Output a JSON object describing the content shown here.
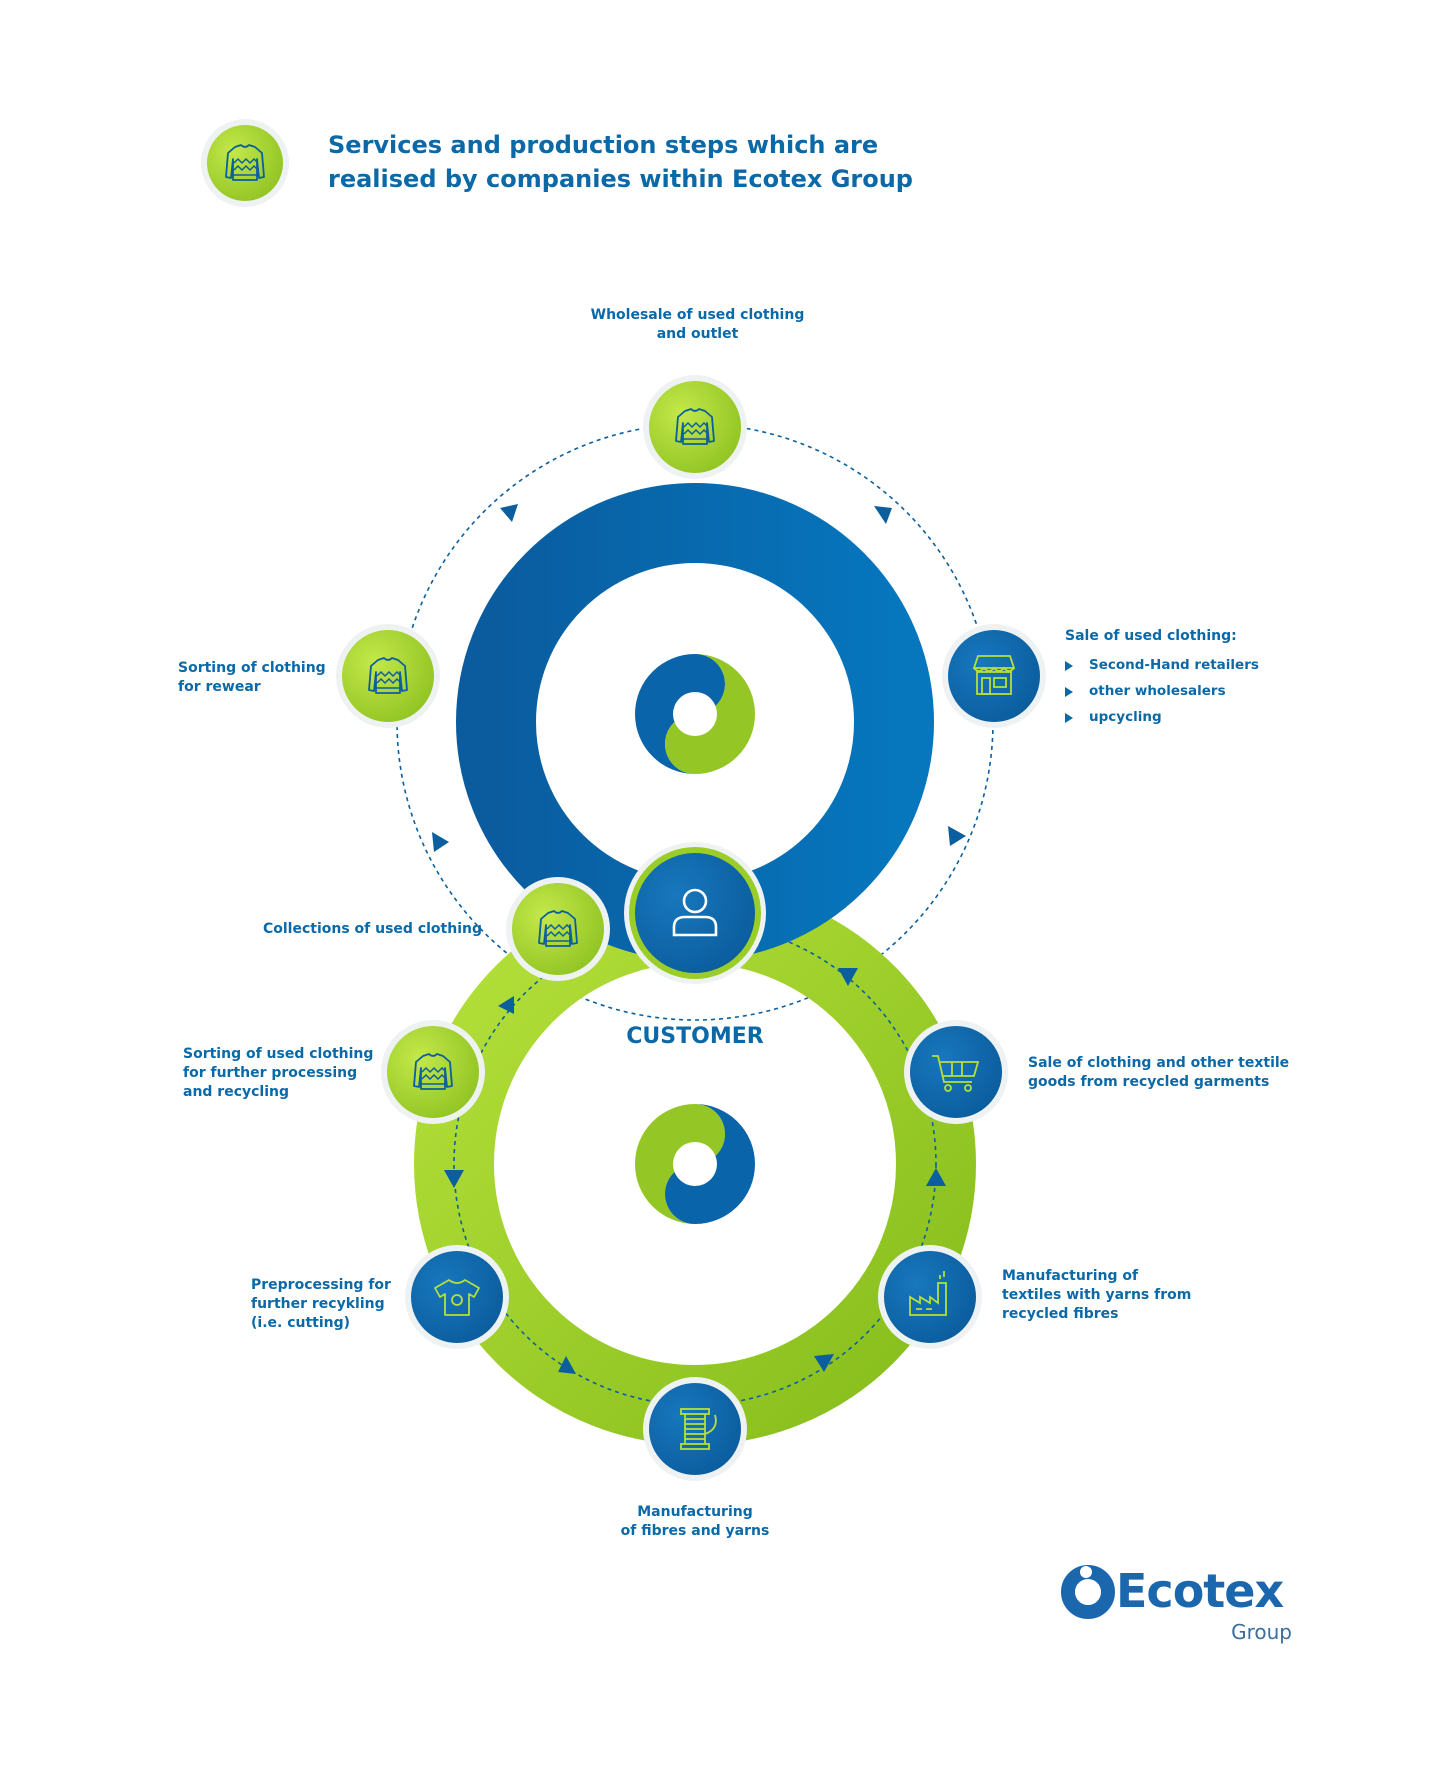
{
  "header": {
    "title_line1": "Services and production steps which are",
    "title_line2": "realised by companies within Ecotex Group",
    "legend_icon": "sweater-icon"
  },
  "center_label": "CUSTOMER",
  "steps": {
    "wholesale": {
      "line1": "Wholesale of used clothing",
      "line2": "and outlet",
      "icon": "sweater-icon",
      "group": true
    },
    "sale_used": {
      "title": "Sale of used clothing:",
      "bullets": [
        "Second-Hand retailers",
        "other wholesalers",
        "upcycling"
      ],
      "icon": "shop-icon",
      "group": false
    },
    "sorting_rewear": {
      "line1": "Sorting of clothing",
      "line2": "for rewear",
      "icon": "sweater-icon",
      "group": true
    },
    "collections": {
      "line1": "Collections of used clothing",
      "icon": "sweater-icon",
      "group": true
    },
    "sorting_recycling": {
      "line1": "Sorting of used clothing",
      "line2": "for further processing",
      "line3": "and recycling",
      "icon": "sweater-icon",
      "group": true
    },
    "preprocessing": {
      "line1": "Preprocessing for",
      "line2": "further recykling",
      "line3": "(i.e. cutting)",
      "icon": "tshirt-icon",
      "group": false
    },
    "fibres": {
      "line1": "Manufacturing",
      "line2": "of fibres and yarns",
      "icon": "spool-icon",
      "group": false
    },
    "textiles": {
      "line1": "Manufacturing of",
      "line2": "textiles with yarns from",
      "line3": "recycled fibres",
      "icon": "factory-icon",
      "group": false
    },
    "sale_recycled": {
      "line1": "Sale of clothing and other textile",
      "line2": "goods from recycled garments",
      "icon": "cart-icon",
      "group": false
    }
  },
  "logo": {
    "name": "Ecotex",
    "sub": "Group"
  },
  "colors": {
    "blue": "#0b69a8",
    "green": "#9acd28",
    "text": "#0b69a8"
  }
}
